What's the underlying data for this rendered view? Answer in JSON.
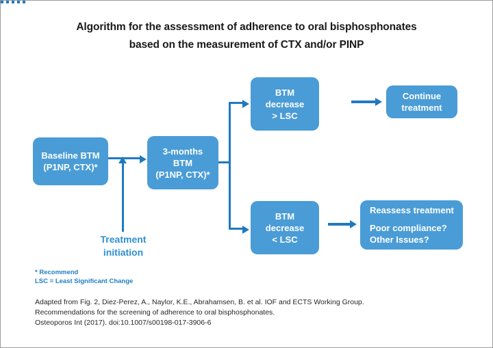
{
  "title": {
    "line1": "Algorithm for the assessment of adherence to oral bisphosphonates",
    "line2": "based on the measurement of CTX and/or PINP"
  },
  "colors": {
    "box_fill": "#4a9cd6",
    "box_text": "#ffffff",
    "connector": "#2079bf",
    "label_blue": "#2f8fd0",
    "legend_blue": "#1f7ec4",
    "title_text": "#1a1a1a",
    "citation_text": "#262626",
    "frame_border": "#9a9a9a",
    "background": "#ffffff"
  },
  "nodes": {
    "baseline": {
      "line1": "Baseline BTM",
      "line2": "(P1NP, CTX)*"
    },
    "three_months": {
      "line1": "3-months",
      "line2": "BTM",
      "line3": "(P1NP, CTX)*"
    },
    "decrease_gt": {
      "line1": "BTM",
      "line2": "decrease",
      "line3": "> LSC"
    },
    "decrease_lt": {
      "line1": "BTM",
      "line2": "decrease",
      "line3": "< LSC"
    },
    "continue": {
      "line1": "Continue",
      "line2": "treatment"
    },
    "reassess": {
      "line1": "Reassess treatment",
      "line2": "Poor compliance?",
      "line3": "Other Issues?"
    }
  },
  "labels": {
    "treatment_initiation_line1": "Treatment",
    "treatment_initiation_line2": "initiation"
  },
  "legend": {
    "line1": "* Recommend",
    "line2": "LSC = Least Significant Change"
  },
  "citation": {
    "line1": "Adapted from Fig. 2, Diez-Perez, A., Naylor, K.E., Abrahamsen, B. et al. IOF and ECTS Working Group.",
    "line2": "Recommendations for the screening of adherence to oral bisphosphonates.",
    "line3": "Osteoporos Int (2017). doi:10.1007/s00198-017-3906-6"
  },
  "chart_data": {
    "type": "diagram",
    "title": "Algorithm for the assessment of adherence to oral bisphosphonates based on the measurement of CTX and/or PINP",
    "nodes": [
      {
        "id": "baseline",
        "label": "Baseline BTM (P1NP, CTX)*"
      },
      {
        "id": "three_months",
        "label": "3-months BTM (P1NP, CTX)*"
      },
      {
        "id": "decrease_gt",
        "label": "BTM decrease > LSC"
      },
      {
        "id": "decrease_lt",
        "label": "BTM decrease < LSC"
      },
      {
        "id": "continue",
        "label": "Continue treatment"
      },
      {
        "id": "reassess",
        "label": "Reassess treatment / Poor compliance? / Other Issues?"
      },
      {
        "id": "treatment_initiation",
        "label": "Treatment initiation"
      }
    ],
    "edges": [
      {
        "from": "baseline",
        "to": "three_months",
        "style": "solid"
      },
      {
        "from": "treatment_initiation",
        "to": "baseline-to-three_months",
        "style": "solid-up"
      },
      {
        "from": "three_months",
        "to": "decrease_gt",
        "style": "solid-branch"
      },
      {
        "from": "three_months",
        "to": "decrease_lt",
        "style": "solid-branch"
      },
      {
        "from": "decrease_gt",
        "to": "continue",
        "style": "dotted-then-solid"
      },
      {
        "from": "decrease_lt",
        "to": "reassess",
        "style": "solid"
      }
    ]
  }
}
